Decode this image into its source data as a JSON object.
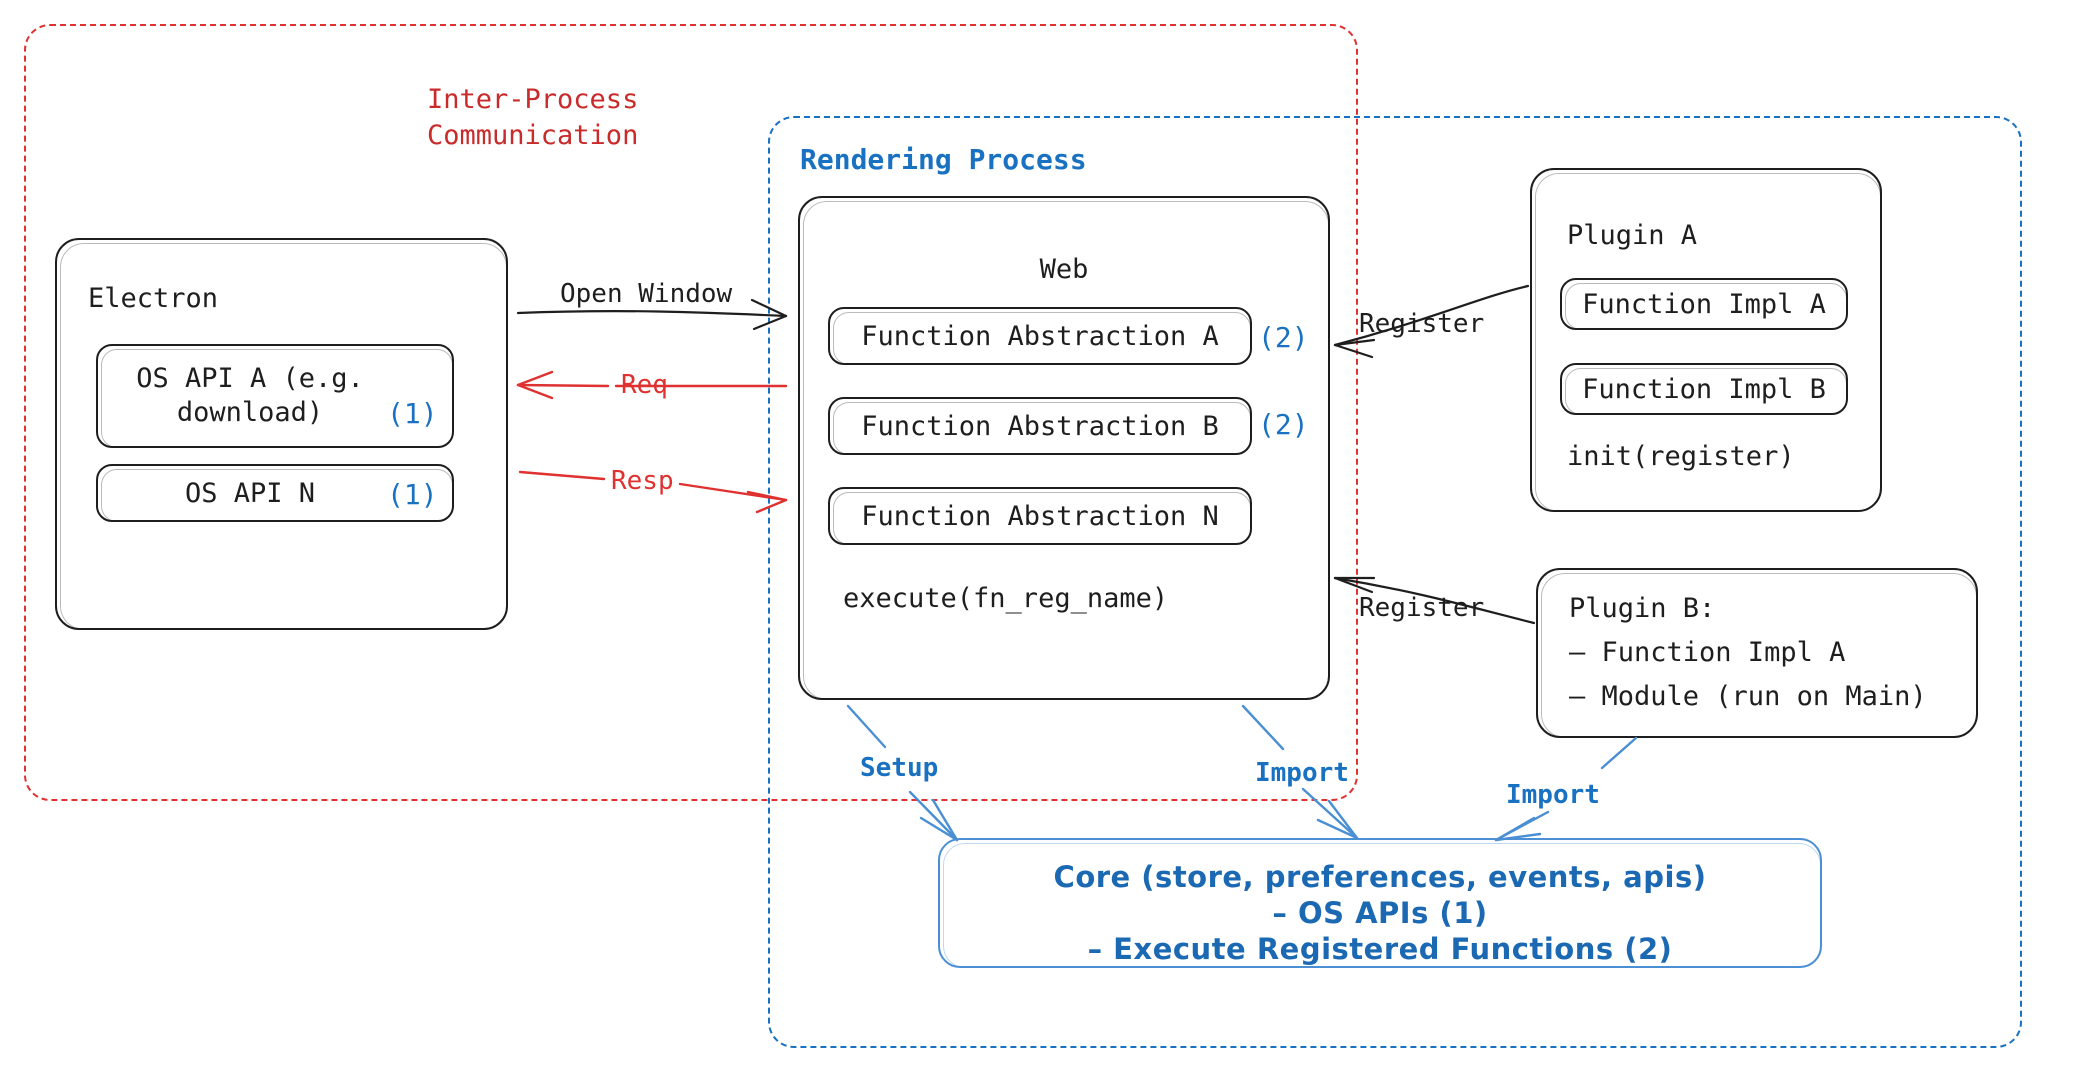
{
  "diagram": {
    "title": "Electron plugin architecture",
    "colors": {
      "ipc_red": "#c92a2a",
      "arrow_red": "#e03131",
      "process_blue": "#1971c2",
      "core_blue": "#1b68b3",
      "box_dark": "#1e1e1e"
    }
  },
  "groups": {
    "ipc": {
      "label": "Inter-Process\nCommunication",
      "line1": "Inter-Process",
      "line2": "Communication",
      "color": "#c92a2a",
      "style": "dashed"
    },
    "rendering": {
      "label": "Rendering Process",
      "color": "#1971c2",
      "style": "dashed"
    }
  },
  "electron": {
    "title": "Electron",
    "apis": [
      {
        "label": "OS API A (e.g.\ndownload)",
        "line1": "OS API A (e.g.",
        "line2": "download)",
        "marker": "(1)"
      },
      {
        "label": "OS API N",
        "marker": "(1)"
      }
    ]
  },
  "web": {
    "title": "Web",
    "abstractions": [
      {
        "label": "Function Abstraction A",
        "marker": "(2)"
      },
      {
        "label": "Function Abstraction B",
        "marker": "(2)"
      },
      {
        "label": "Function Abstraction N",
        "marker": ""
      }
    ],
    "footer": "execute(fn_reg_name)"
  },
  "plugin_a": {
    "title": "Plugin A",
    "impls": [
      {
        "label": "Function Impl A"
      },
      {
        "label": "Function Impl B"
      }
    ],
    "footer": "init(register)"
  },
  "plugin_b": {
    "title": "Plugin B:",
    "lines": [
      "– Function Impl A",
      "– Module (run on Main)"
    ]
  },
  "core": {
    "line1": "Core (store, preferences, events, apis)",
    "line2": "– OS APIs (1)",
    "line3": "– Execute Registered Functions (2)"
  },
  "arrows": {
    "open_window": "Open Window",
    "req": "Req",
    "resp": "Resp",
    "register_top": "Register",
    "register_bottom": "Register",
    "setup": "Setup",
    "import_left": "Import",
    "import_right": "Import"
  }
}
